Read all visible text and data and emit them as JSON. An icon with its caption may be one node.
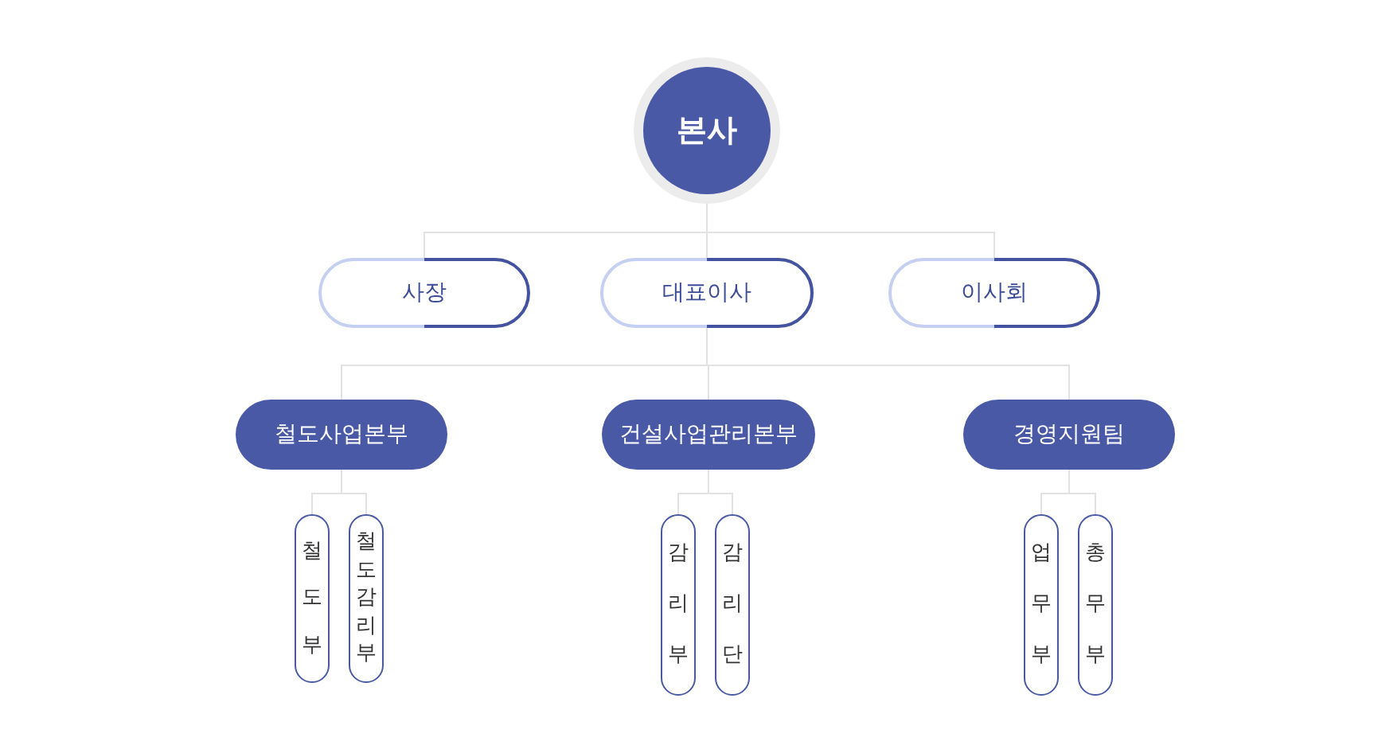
{
  "diagram": {
    "nodes": [
      {
        "text": [
          "본사"
        ]
      },
      {
        "text": [
          "사장"
        ]
      },
      {
        "text": [
          "대표이사"
        ]
      },
      {
        "text": [
          "이사회"
        ]
      },
      {
        "text": [
          "철도사업본부"
        ]
      },
      {
        "text": [
          "건설사업관리본부"
        ]
      },
      {
        "text": [
          "경영지원팀"
        ]
      },
      {
        "text": [
          "철도부"
        ]
      },
      {
        "text": [
          "철도감리부"
        ]
      },
      {
        "text": [
          "감리부"
        ]
      },
      {
        "text": [
          "감리단"
        ]
      },
      {
        "text": [
          "업무부"
        ]
      },
      {
        "text": [
          "총무부"
        ]
      }
    ],
    "edges": [
      {
        "from": 0,
        "to": 1,
        "arrow": "none"
      },
      {
        "from": 0,
        "to": 2,
        "arrow": "none"
      },
      {
        "from": 0,
        "to": 3,
        "arrow": "none"
      },
      {
        "from": 2,
        "to": 4,
        "arrow": "none"
      },
      {
        "from": 2,
        "to": 5,
        "arrow": "none"
      },
      {
        "from": 2,
        "to": 6,
        "arrow": "none"
      },
      {
        "from": 4,
        "to": 7,
        "arrow": "none"
      },
      {
        "from": 4,
        "to": 8,
        "arrow": "none"
      },
      {
        "from": 5,
        "to": 9,
        "arrow": "none"
      },
      {
        "from": 5,
        "to": 10,
        "arrow": "none"
      },
      {
        "from": 6,
        "to": 11,
        "arrow": "none"
      },
      {
        "from": 6,
        "to": 12,
        "arrow": "none"
      }
    ]
  }
}
